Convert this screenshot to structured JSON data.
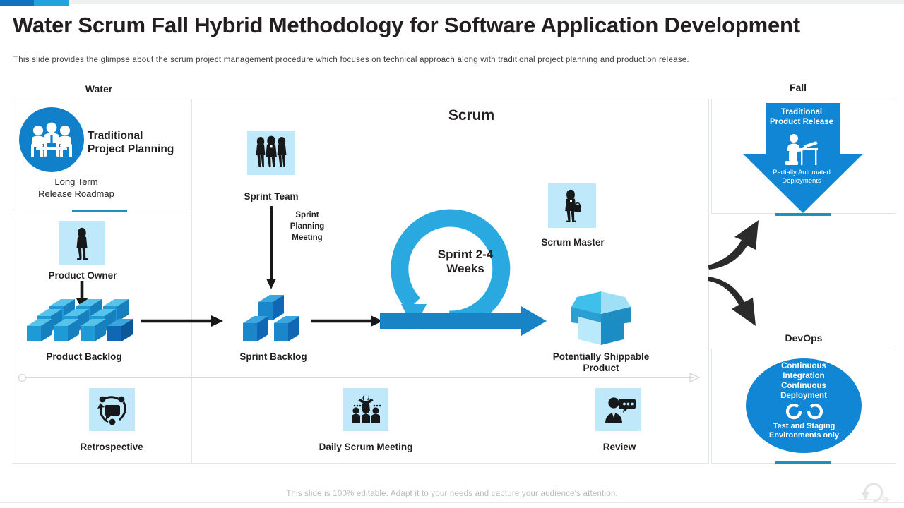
{
  "header": {
    "title": "Water Scrum Fall Hybrid Methodology for Software Application Development",
    "subtitle": "This slide provides  the glimpse about the scrum project management  procedure  which focuses on technical approach  along with traditional project planning and production release."
  },
  "accent": {
    "dark_blue": "#1173bf",
    "light_blue": "#22a3dd",
    "grey": "#eff0f1"
  },
  "sections": {
    "water": {
      "caption": "Water",
      "circle_icon": "people-meeting-icon",
      "label": "Traditional\nProject Planning",
      "label_line1": "Traditional",
      "label_line2": "Project Planning",
      "sub_line1": "Long Term",
      "sub_line2": "Release Roadmap",
      "accent": "#1f8fc0"
    },
    "scrum": {
      "caption": "Scrum",
      "cycle_label_line1": "Sprint 2-4",
      "cycle_label_line2": "Weeks",
      "sprint_planning_meeting": "Sprint\nPlanning\nMeeting",
      "sprint_planning_l1": "Sprint",
      "sprint_planning_l2": "Planning",
      "sprint_planning_l3": "Meeting",
      "nodes": [
        {
          "name": "sprint-team",
          "icon": "three-people-icon",
          "label": "Sprint Team"
        },
        {
          "name": "product-owner",
          "icon": "woman-standing-icon",
          "label": "Product Owner"
        },
        {
          "name": "scrum-master",
          "icon": "woman-bag-icon",
          "label": "Scrum Master"
        },
        {
          "name": "product-backlog",
          "icon": "stacked-cubes-icon",
          "label": "Product Backlog"
        },
        {
          "name": "sprint-backlog",
          "icon": "three-cubes-icon",
          "label": "Sprint Backlog"
        },
        {
          "name": "shippable",
          "icon": "open-box-icon",
          "label": "Potentially Shippable Product"
        }
      ],
      "shippable_l1": "Potentially  Shippable",
      "shippable_l2": "Product",
      "ceremonies": [
        {
          "name": "retrospective",
          "icon": "retrospective-icon",
          "label": "Retrospective"
        },
        {
          "name": "daily-scrum",
          "icon": "daily-standup-icon",
          "label": "Daily  Scrum Meeting"
        },
        {
          "name": "review",
          "icon": "review-person-icon",
          "label": "Review"
        }
      ],
      "cycle_color": "#29a9e0",
      "arrow_color": "#1884c6"
    },
    "fall": {
      "caption": "Fall",
      "arrow_label_l1": "Traditional",
      "arrow_label_l2": "Product Release",
      "sub_l1": "Partially Automated",
      "sub_l2": "Deployments",
      "icon": "person-at-desk-icon",
      "arrow_color": "#1186d4",
      "accent": "#1f8fc0"
    },
    "devops": {
      "caption": "DevOps",
      "top_l1": "Continuous",
      "top_l2": "Integration",
      "top_l3": "Continuous",
      "top_l4": "Deployment",
      "icon": "infinity-loop-icon",
      "bottom_l1": "Test and  Staging",
      "bottom_l2": "Environments  only",
      "circle_color": "#1186d4",
      "accent": "#1f8fc0"
    }
  },
  "connectors": {
    "curved_up_arrow": "curved-arrow-up-icon",
    "curved_down_arrow": "curved-arrow-down-icon",
    "color": "#2b2b2b"
  },
  "footer": {
    "text": "This slide is 100% editable. Adapt it to your needs and capture your audience's attention.",
    "watermark_icon": "refresh-loop-icon"
  }
}
